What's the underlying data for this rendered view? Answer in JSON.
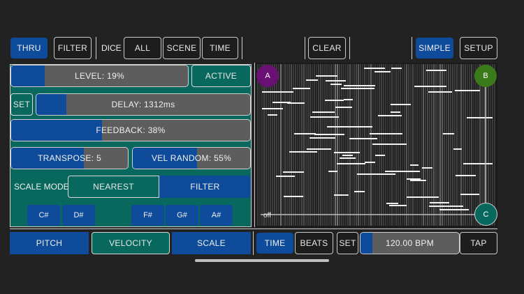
{
  "top_bar": {
    "thru": "THRU",
    "filter": "FILTER",
    "dice_label": "DICE",
    "all": "ALL",
    "scene": "SCENE",
    "time": "TIME",
    "clear": "CLEAR",
    "simple": "SIMPLE",
    "setup": "SETUP"
  },
  "left_panel": {
    "level": {
      "label": "LEVEL: 19%",
      "value": 0.19
    },
    "active": "ACTIVE",
    "set": "SET",
    "delay": {
      "label": "DELAY: 1312ms",
      "value": 0.14
    },
    "feedback": {
      "label": "FEEDBACK: 38%",
      "value": 0.38
    },
    "transpose": {
      "label": "TRANSPOSE: 5",
      "value": 0.62
    },
    "vel_random": {
      "label": "VEL RANDOM: 55%",
      "value": 0.55
    },
    "scale_mode_label": "SCALE MODE",
    "nearest": "NEAREST",
    "filter": "FILTER",
    "keys": [
      "C#",
      "D#",
      "F#",
      "G#",
      "A#"
    ]
  },
  "bottom_bar": {
    "pitch": "PITCH",
    "velocity": "VELOCITY",
    "scale": "SCALE",
    "time": "TIME",
    "beats": "BEATS",
    "set": "SET",
    "bpm": {
      "label": "120.00 BPM",
      "value": 0.12
    },
    "tap": "TAP"
  },
  "pad": {
    "a": "A",
    "b": "B",
    "c": "C",
    "off_label": "off",
    "colors": {
      "a": "#6a0f74",
      "b": "#3a7a1a",
      "c": "#08685d"
    }
  }
}
